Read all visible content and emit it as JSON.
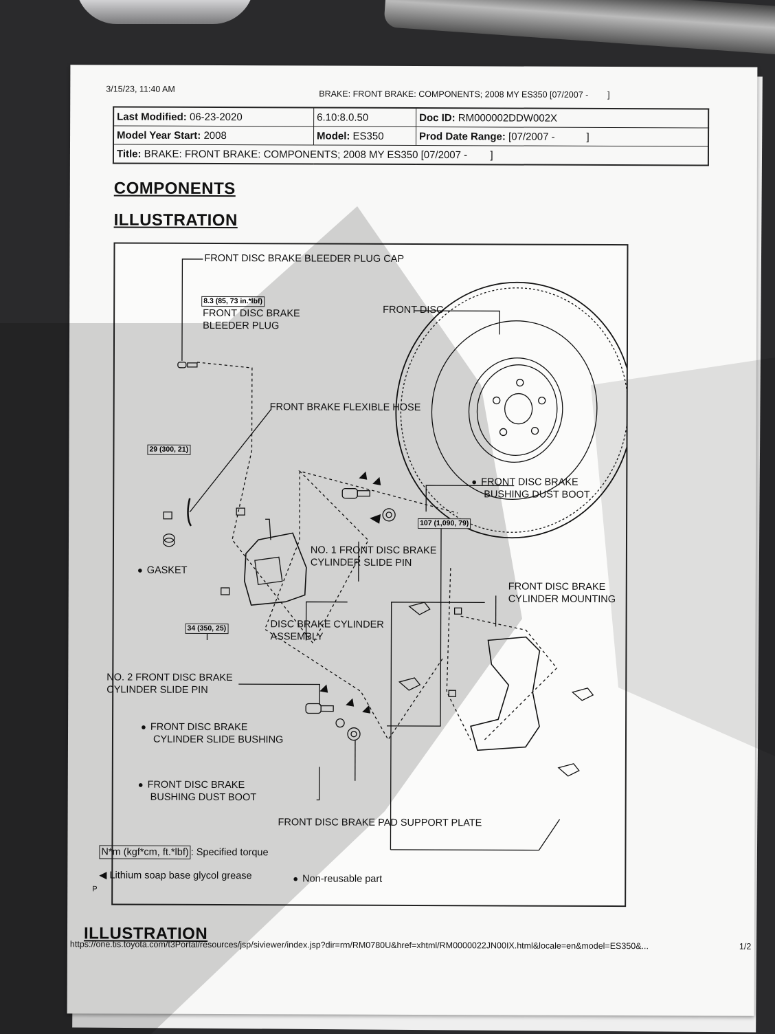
{
  "header": {
    "datetime": "3/15/23, 11:40 AM",
    "doc_title": "BRAKE: FRONT BRAKE: COMPONENTS; 2008 MY ES350 [07/2007 -        ]"
  },
  "meta_table": {
    "last_modified_label": "Last Modified:",
    "last_modified_value": " 06-23-2020",
    "version": "6.10:8.0.50",
    "doc_id_label": "Doc ID:",
    "doc_id_value": " RM000002DDW002X",
    "model_year_label": "Model Year Start:",
    "model_year_value": " 2008",
    "model_label": "Model:",
    "model_value": " ES350",
    "prod_date_label": "Prod Date Range:",
    "prod_date_value": " [07/2007 -           ]",
    "title_label": "Title:",
    "title_value": " BRAKE: FRONT BRAKE: COMPONENTS; 2008 MY ES350 [07/2007 -        ]"
  },
  "headings": {
    "components": "COMPONENTS",
    "illustration_1": "ILLUSTRATION",
    "illustration_2": "ILLUSTRATION"
  },
  "figure": {
    "labels": {
      "bleeder_cap": "FRONT DISC BRAKE BLEEDER PLUG CAP",
      "bleeder_plug_1": "FRONT DISC BRAKE",
      "bleeder_plug_2": "BLEEDER PLUG",
      "front_disc": "FRONT DISC",
      "flexible_hose": "FRONT BRAKE FLEXIBLE HOSE",
      "bushing_dust_boot_top_1": "FRONT DISC BRAKE",
      "bushing_dust_boot_top_2": "BUSHING DUST BOOT",
      "no1_slide_pin_1": "NO. 1 FRONT DISC BRAKE",
      "no1_slide_pin_2": "CYLINDER SLIDE PIN",
      "gasket": "GASKET",
      "cylinder_mounting_1": "FRONT DISC BRAKE",
      "cylinder_mounting_2": "CYLINDER MOUNTING",
      "cylinder_assembly_1": "DISC BRAKE CYLINDER",
      "cylinder_assembly_2": "ASSEMBLY",
      "no2_slide_pin_1": "NO. 2 FRONT DISC BRAKE",
      "no2_slide_pin_2": "CYLINDER SLIDE PIN",
      "slide_bushing_1": "FRONT DISC BRAKE",
      "slide_bushing_2": "CYLINDER SLIDE BUSHING",
      "bushing_dust_boot_bottom_1": "FRONT DISC BRAKE",
      "bushing_dust_boot_bottom_2": "BUSHING DUST BOOT",
      "pad_support_plate": "FRONT DISC BRAKE PAD SUPPORT PLATE",
      "corner_mark": "P"
    },
    "torques": {
      "bleeder": "8.3 (85, 73 in.*lbf)",
      "hose": "29 (300, 21)",
      "mounting": "107 (1,090, 79)",
      "cylinder": "34 (350, 25)"
    },
    "legend": {
      "torque_unit": "N*m (kgf*cm, ft.*lbf)",
      "torque_desc": ": Specified torque",
      "grease": "Lithium soap base glycol grease",
      "non_reusable": "Non-reusable part"
    }
  },
  "footer": {
    "url": "https://one.tis.toyota.com/t3Portal/resources/jsp/siviewer/index.jsp?dir=rm/RM0780U&href=xhtml/RM0000022JN00IX.html&locale=en&model=ES350&...",
    "page": "1/2"
  }
}
